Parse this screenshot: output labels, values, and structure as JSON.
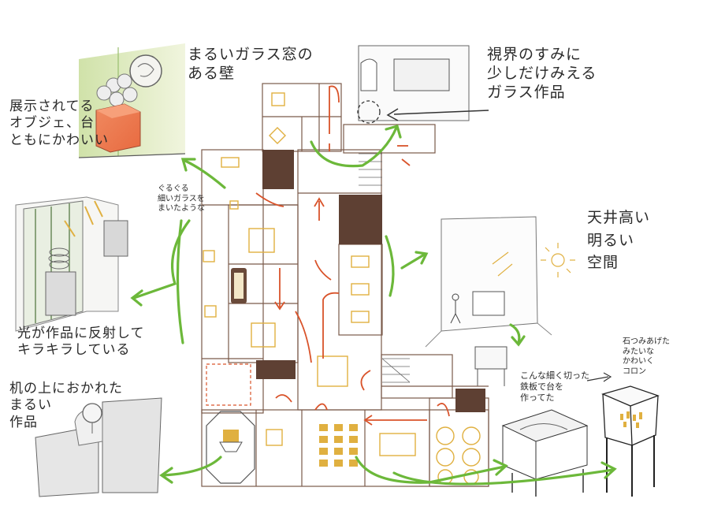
{
  "annotations": {
    "round_window_wall": "まるいガラス窓の\nある壁",
    "display_object": "展示されてる\nオブジェ、台\nともにかわいい",
    "glass_corner": "視界のすみに\n少しだけみえる\nガラス作品",
    "coil_note": "ぐるぐる\n細いガラスを\nまいたような",
    "high_ceiling": "天井高い\n明るい\n空間",
    "light_reflect": "光が作品に反射して\nキラキラしている",
    "round_on_desk": "机の上におかれた\nまるい\n作品",
    "iron_stand": "こんな細く切った\n鉄板で台を\n作ってた",
    "stone_colon": "石つみあげた\nみたいな\nかわいく\nコロン"
  },
  "colors": {
    "wall": "#7a5a4a",
    "dark_block": "#5e4033",
    "exhibit": "#e0b040",
    "flow_arrow": "#d9532a",
    "view_arrow": "#6cb83a",
    "ink": "#2a2a2a"
  }
}
